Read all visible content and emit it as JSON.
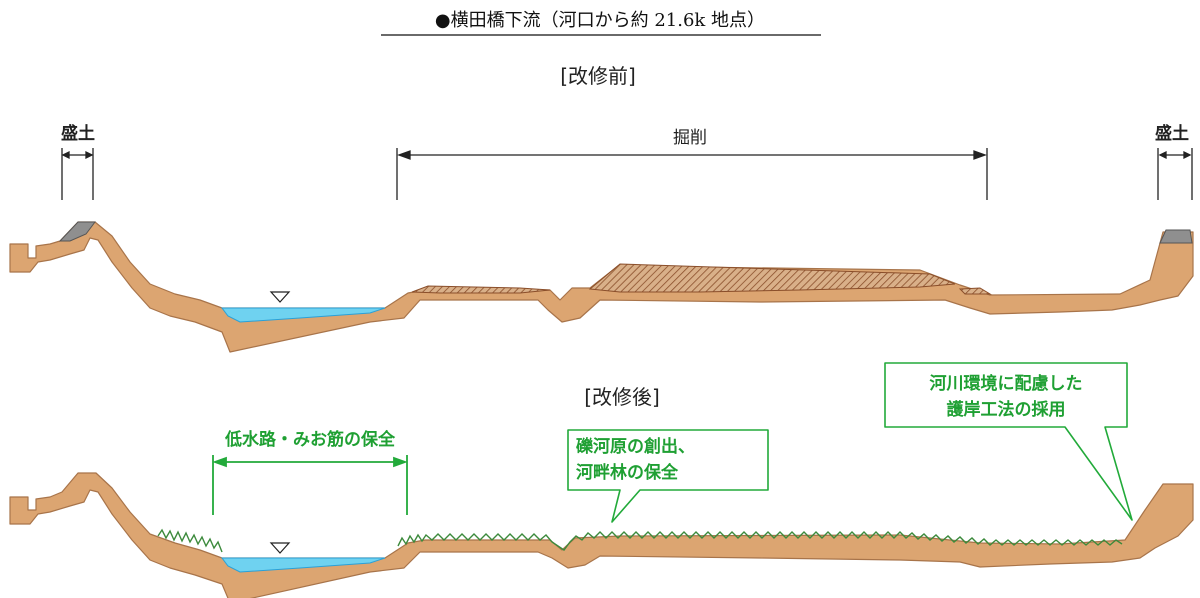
{
  "title": "●横田橋下流（河口から約 21.6k 地点）",
  "before": {
    "heading": "[改修前]",
    "label_left_embankment": "盛土",
    "label_excavation": "掘削",
    "label_right_embankment": "盛土"
  },
  "after": {
    "heading": "[改修後]",
    "label_low_water": "低水路・みお筋の保全",
    "callout_gravel": [
      "礫河原の創出、",
      "河畔林の保全"
    ],
    "callout_revetment": [
      "河川環境に配慮した",
      "護岸工法の採用"
    ]
  },
  "colors": {
    "soil": "#dca571",
    "soil_edge": "#a8744a",
    "water": "#6fd2f0",
    "water_edge": "#2aa0d8",
    "excavation_hatch": "#9a5a34",
    "embankment": "#8f8f8f",
    "green": "#22aa3a",
    "grass": "#3c8a3c"
  }
}
